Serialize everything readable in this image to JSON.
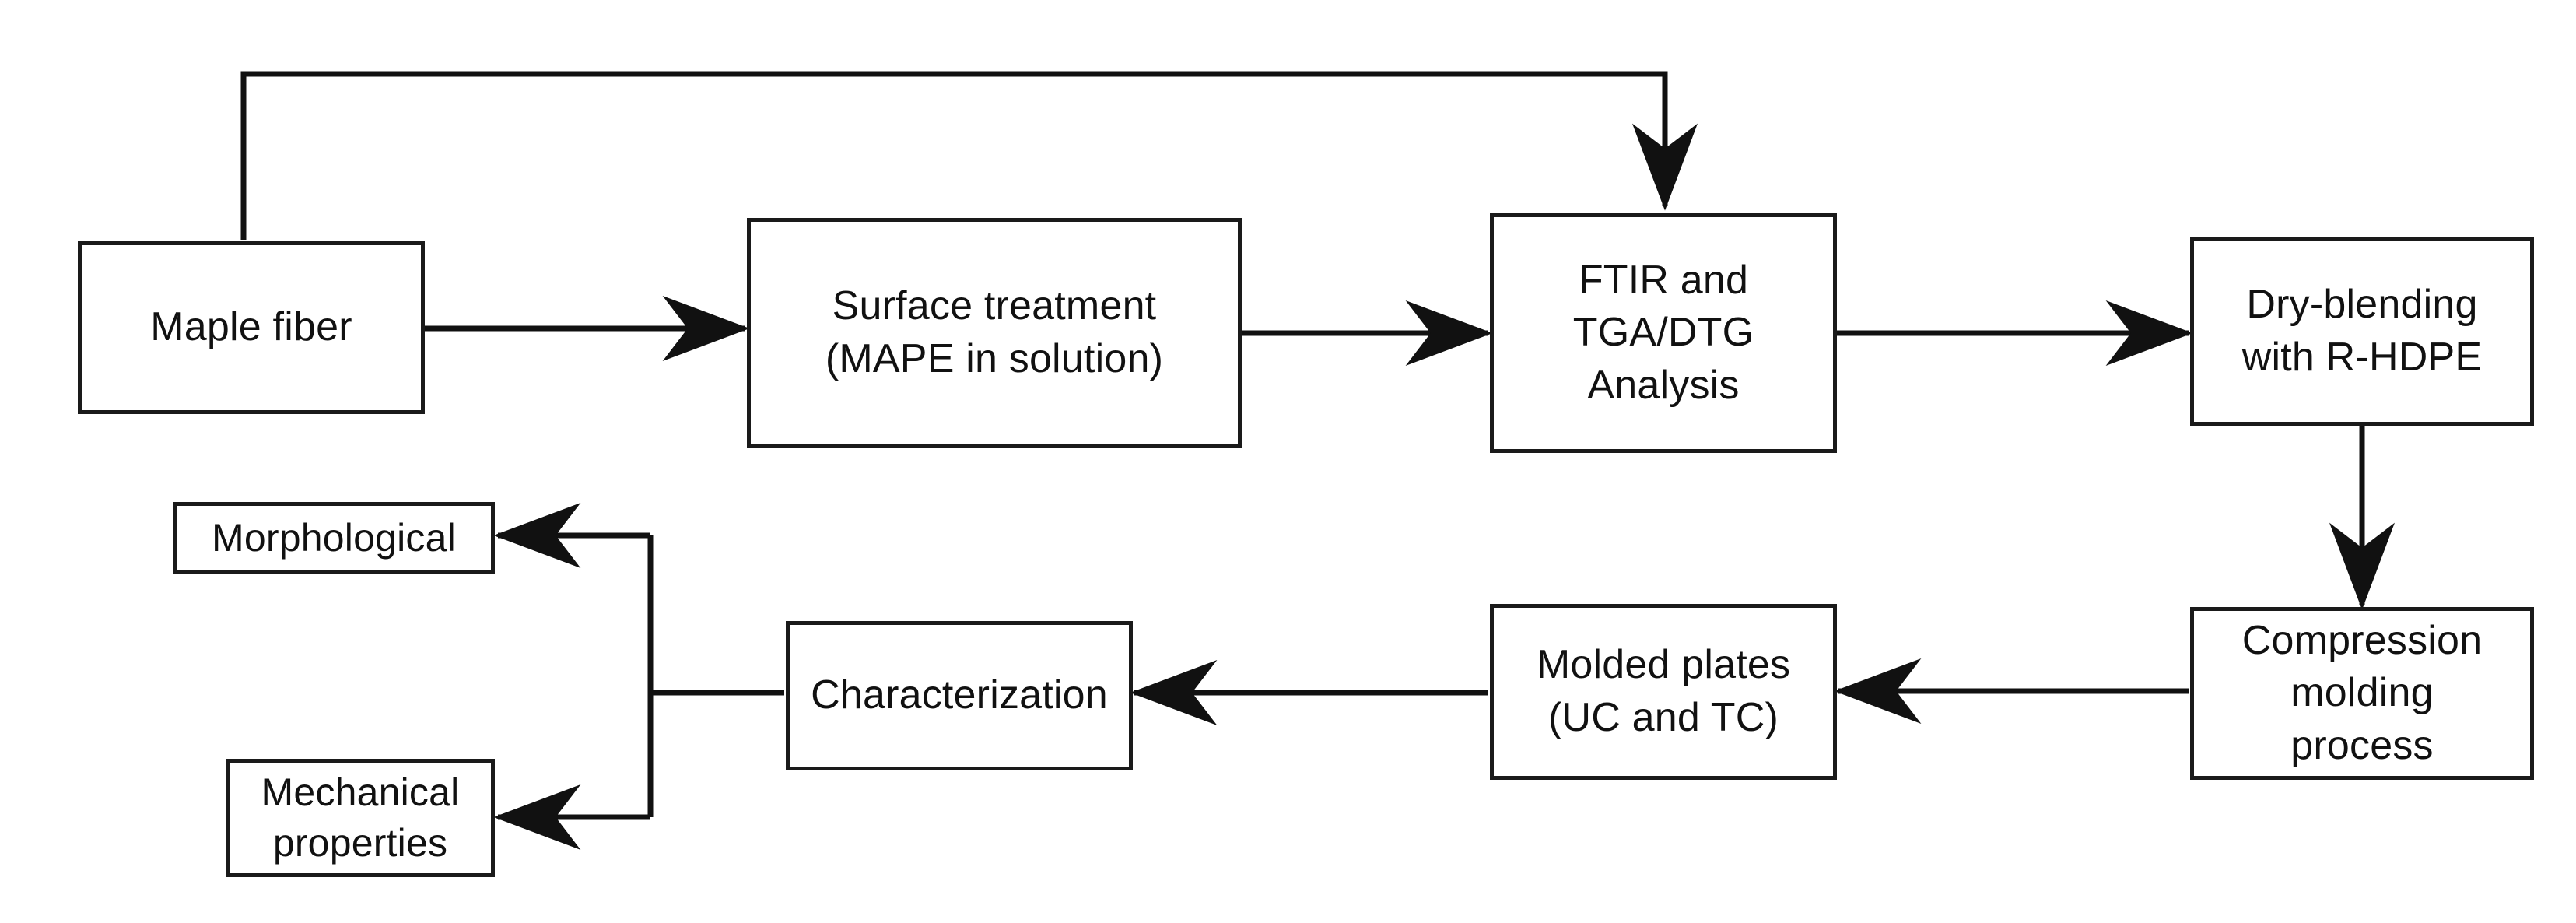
{
  "diagram": {
    "title": "Maple fiber composite processing and characterization flowchart",
    "type": "process-flowchart",
    "stroke_color": "#1a1a1a",
    "background_color": "#ffffff",
    "text_color": "#111111"
  },
  "nodes": [
    {
      "id": "maple-fiber",
      "label": "Maple fiber"
    },
    {
      "id": "surface-treatment",
      "label": "Surface treatment\n(MAPE in solution)"
    },
    {
      "id": "ftir-tga-analysis",
      "label": "FTIR and\nTGA/DTG\nAnalysis"
    },
    {
      "id": "dry-blending",
      "label": "Dry-blending\nwith R-HDPE"
    },
    {
      "id": "compression-molding",
      "label": "Compression\nmolding\nprocess"
    },
    {
      "id": "molded-plates",
      "label": "Molded plates\n(UC and TC)"
    },
    {
      "id": "characterization",
      "label": "Characterization"
    },
    {
      "id": "morphological",
      "label": "Morphological"
    },
    {
      "id": "mechanical-properties",
      "label": "Mechanical\nproperties"
    }
  ],
  "edges": [
    {
      "from": "maple-fiber",
      "to": "surface-treatment",
      "style": "arrow-right"
    },
    {
      "from": "surface-treatment",
      "to": "ftir-tga-analysis",
      "style": "arrow-right"
    },
    {
      "from": "ftir-tga-analysis",
      "to": "dry-blending",
      "style": "arrow-right"
    },
    {
      "from": "dry-blending",
      "to": "compression-molding",
      "style": "arrow-down"
    },
    {
      "from": "compression-molding",
      "to": "molded-plates",
      "style": "arrow-left"
    },
    {
      "from": "molded-plates",
      "to": "characterization",
      "style": "arrow-left"
    },
    {
      "from": "characterization",
      "to": "morphological",
      "style": "elbow-arrow-left-up"
    },
    {
      "from": "characterization",
      "to": "mechanical-properties",
      "style": "elbow-arrow-left-down"
    },
    {
      "from": "maple-fiber",
      "to": "ftir-tga-analysis",
      "style": "feedback-top-elbow-arrow-down"
    }
  ]
}
